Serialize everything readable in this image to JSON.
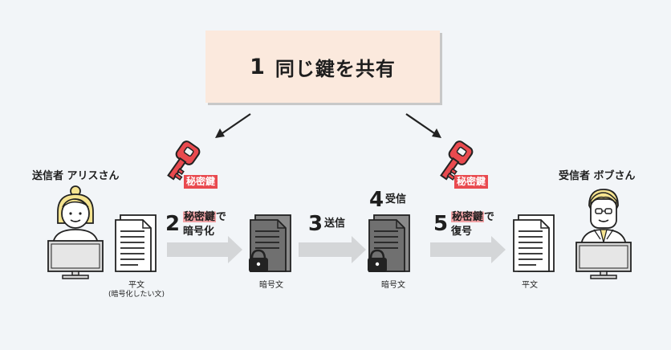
{
  "title": {
    "number": "1",
    "text": "同じ鍵を共有"
  },
  "sender": {
    "label": "送信者 アリスさん"
  },
  "receiver": {
    "label": "受信者 ボブさん"
  },
  "keys": {
    "left_label": "秘密鍵",
    "right_label": "秘密鍵"
  },
  "steps": [
    {
      "number": "2",
      "highlight": "秘密鍵",
      "suffix": "で",
      "line2": "暗号化"
    },
    {
      "number": "3",
      "text": "送信"
    },
    {
      "number": "4",
      "text": "受信"
    },
    {
      "number": "5",
      "highlight": "秘密鍵",
      "suffix": "で",
      "line2": "復号"
    }
  ],
  "documents": {
    "plaintext_left": {
      "label": "平文",
      "sublabel": "(暗号化したい文)"
    },
    "ciphertext_1": {
      "label": "暗号文"
    },
    "ciphertext_2": {
      "label": "暗号文"
    },
    "plaintext_right": {
      "label": "平文"
    }
  },
  "colors": {
    "key_red": "#e94a4f",
    "title_bg": "#fbe9dd",
    "arrow_gray": "#d4d6d8",
    "doc_dark": "#707070",
    "monitor_gray": "#d9d9d9",
    "hair_yellow": "#f5e38f"
  }
}
